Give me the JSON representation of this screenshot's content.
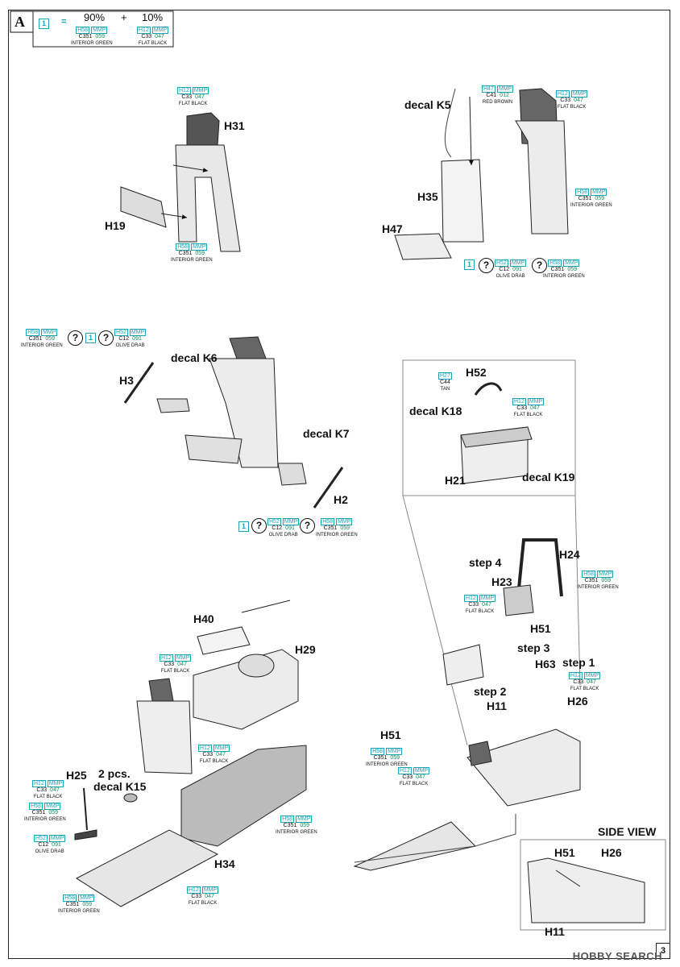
{
  "header": {
    "step_letter": "A",
    "mix_box": "1",
    "equals": "=",
    "pct_a": "90%",
    "plus": "+",
    "pct_b": "10%"
  },
  "paints": {
    "interior_green": {
      "h": "H58",
      "m": "MMP",
      "c": "C351",
      "n": "059",
      "name": "INTERIOR GREEN"
    },
    "flat_black": {
      "h": "H12",
      "m": "MMP",
      "c": "C33",
      "n": "047",
      "name": "FLAT BLACK"
    },
    "red_brown": {
      "h": "H47",
      "m": "MMP",
      "c": "C41",
      "n": "012",
      "name": "RED BROWN"
    },
    "olive_drab": {
      "h": "H52",
      "m": "MMP",
      "c": "C12",
      "n": "091",
      "name": "OLIVE DRAB"
    },
    "tan": {
      "h": "H27",
      "m": "",
      "c": "C44",
      "n": "",
      "name": "TAN"
    }
  },
  "labels": {
    "h31": "H31",
    "h19": "H19",
    "decal_k5": "decal K5",
    "h35": "H35",
    "h47": "H47",
    "h3": "H3",
    "decal_k6": "decal K6",
    "decal_k7": "decal K7",
    "h2": "H2",
    "h52": "H52",
    "decal_k18": "decal K18",
    "h21": "H21",
    "decal_k19": "decal K19",
    "h24": "H24",
    "step4": "step 4",
    "h23": "H23",
    "h51": "H51",
    "step3": "step 3",
    "h63": "H63",
    "step1": "step 1",
    "step2": "step 2",
    "h11": "H11",
    "h26": "H26",
    "h40": "H40",
    "h29": "H29",
    "h25": "H25",
    "two_pcs": "2 pcs.",
    "decal_k15": "decal K15",
    "h34": "H34",
    "side_view": "SIDE VIEW",
    "sv_h51": "H51",
    "sv_h26": "H26",
    "sv_h11": "H11",
    "h51b": "H51"
  },
  "marks": {
    "box1": "1",
    "question": "?"
  },
  "footer": {
    "page_number": "3",
    "watermark": "HOBBY SEARCH"
  }
}
